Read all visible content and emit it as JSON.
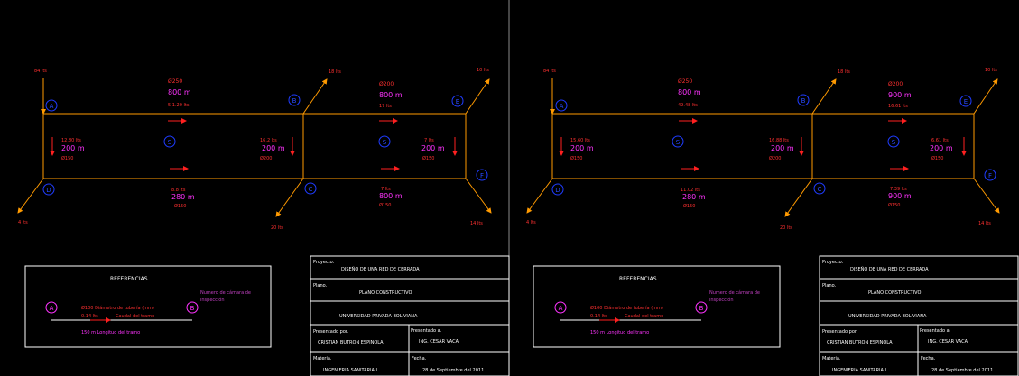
{
  "colors": {
    "background": "#000000",
    "pipe": "#ff9a00",
    "node_circle": "#1f3cff",
    "length_text": "#ff33ff",
    "flow_text": "#ff3030",
    "diameter_text": "#ff3030",
    "arrow": "#ff2020",
    "frame": "#ffffff",
    "legend_circle_a": "#ff33ff"
  },
  "sheets": [
    {
      "nodes": {
        "A": "A",
        "B": "B",
        "C": "C",
        "D": "D",
        "E": "E",
        "F": "F"
      },
      "loops": {
        "left": "S",
        "mid": "S",
        "right": "S"
      },
      "demands": {
        "A": "84 lts",
        "B": "18 lts",
        "E": "10 lts",
        "D": "4 lts",
        "C": "20 lts",
        "F": "14 lts"
      },
      "segments": {
        "AB": {
          "diameter": "Ø250",
          "length": "800 m",
          "flow": "5 1.20 lts"
        },
        "BE": {
          "diameter": "Ø200",
          "length": "800 m",
          "flow": "17 lts"
        },
        "AD": {
          "flow": "12.80 lts",
          "length": "200 m",
          "diameter": "Ø150"
        },
        "BC": {
          "flow": "16.2 lts",
          "length": "200 m",
          "diameter": "Ø200"
        },
        "EF": {
          "flow": "7 lts",
          "length": "200 m",
          "diameter": "Ø150"
        },
        "DC": {
          "flow": "8.8 lts",
          "length": "280 m",
          "diameter": "Ø150"
        },
        "CF": {
          "flow": "7 lts",
          "length": "800 m",
          "diameter": "Ø150"
        }
      }
    },
    {
      "nodes": {
        "A": "A",
        "B": "B",
        "C": "C",
        "D": "D",
        "E": "E",
        "F": "F"
      },
      "loops": {
        "left": "S",
        "mid": "S",
        "right": "S"
      },
      "demands": {
        "A": "84 lts",
        "B": "18 lts",
        "E": "10 lts",
        "D": "4 lts",
        "C": "20 lts",
        "F": "14 lts"
      },
      "segments": {
        "AB": {
          "diameter": "Ø250",
          "length": "800 m",
          "flow": "49.48 lts"
        },
        "BE": {
          "diameter": "Ø200",
          "length": "900 m",
          "flow": "16.61 lts"
        },
        "AD": {
          "flow": "15.60 lts",
          "length": "200 m",
          "diameter": "Ø150"
        },
        "BC": {
          "flow": "16.88 lts",
          "length": "200 m",
          "diameter": "Ø200"
        },
        "EF": {
          "flow": "6.61 lts",
          "length": "200 m",
          "diameter": "Ø150"
        },
        "DC": {
          "flow": "11.02 lts",
          "length": "280 m",
          "diameter": "Ø150"
        },
        "CF": {
          "flow": "7.39 lts",
          "length": "900 m",
          "diameter": "Ø150"
        }
      }
    }
  ],
  "legend": {
    "title": "REFERENCIAS",
    "node_a": "A",
    "node_b": "B",
    "diameter_desc": "Ø100 Diámetro de tubería (mm)",
    "flow_desc": "0.14 lts",
    "flow_label": "Caudal del tramo",
    "length_desc": "150 m   Longitud del tramo",
    "node_desc_line1": "Numero de cámara de",
    "node_desc_line2": "inspección"
  },
  "title_block": {
    "project_label": "Proyecto.",
    "project_value": "DISEÑO DE UNA RED DE CERRADA",
    "plan_label": "Plano.",
    "plan_value": "PLANO CONSTRUCTIVO",
    "university": "UNIVERSIDAD PRIVADA BOLIVIANA",
    "by_label": "Presentado por.",
    "by_value": "CRISTIAN BUTRON ESPINOLA",
    "to_label": "Presentado a.",
    "to_value": "ING. CESAR VACA",
    "subject_label": "Materia.",
    "subject_value": "INGENIERIA SANITARIA I",
    "date_label": "Fecha.",
    "date_value": "28 de Septiembre del 2011"
  }
}
